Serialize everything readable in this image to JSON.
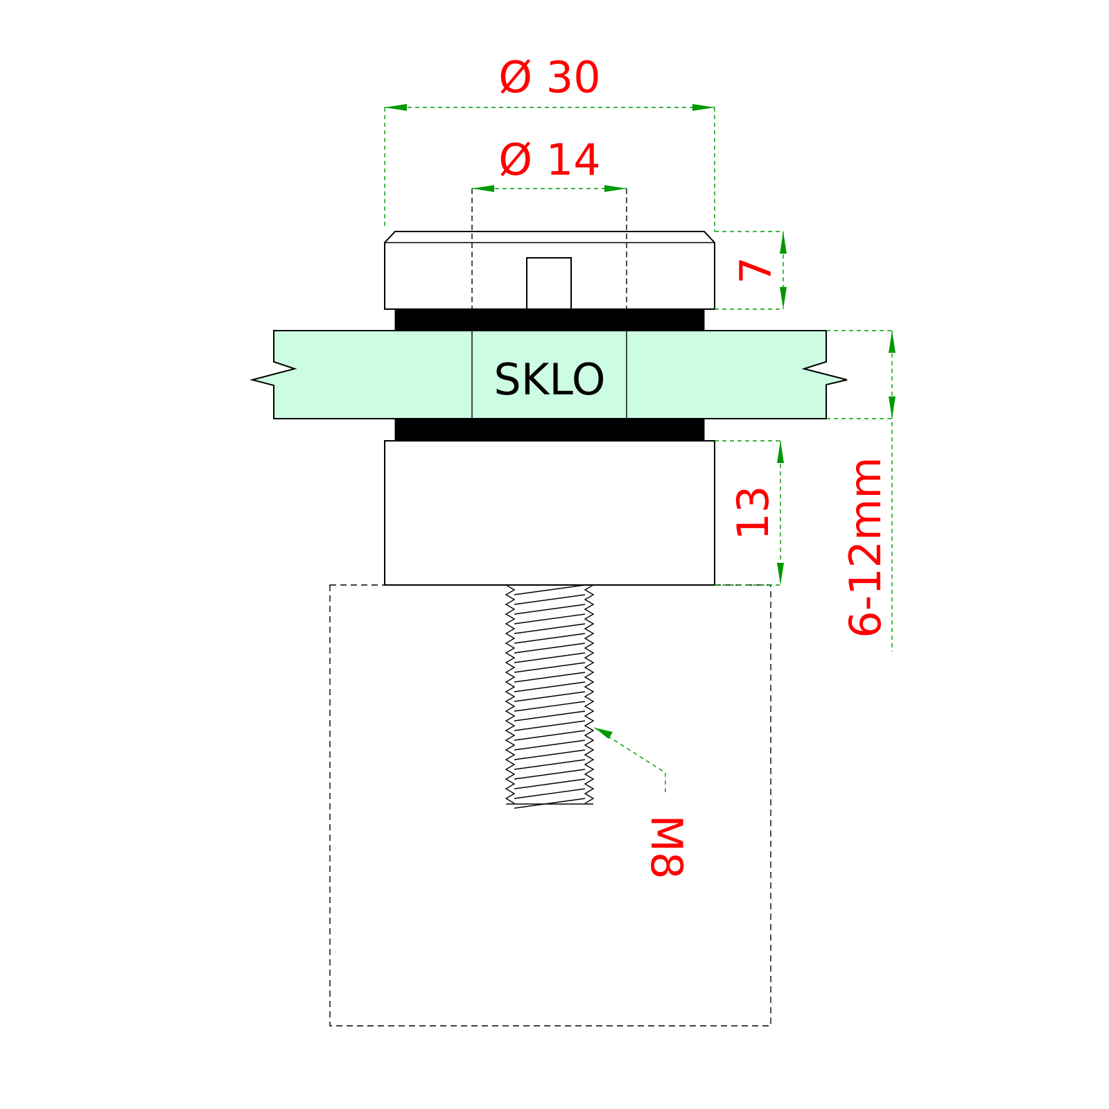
{
  "colors": {
    "dimension_text": "#ff0000",
    "dimension_line": "#009900",
    "glass_fill": "#ccfce2",
    "outline": "#000000",
    "gasket": "#000000"
  },
  "labels": {
    "glass": "SKLO",
    "outer_diameter": "Ø 30",
    "inner_diameter": "Ø 14",
    "cap_height": "7",
    "base_height": "13",
    "glass_thickness": "6-12mm",
    "thread": "M8"
  }
}
